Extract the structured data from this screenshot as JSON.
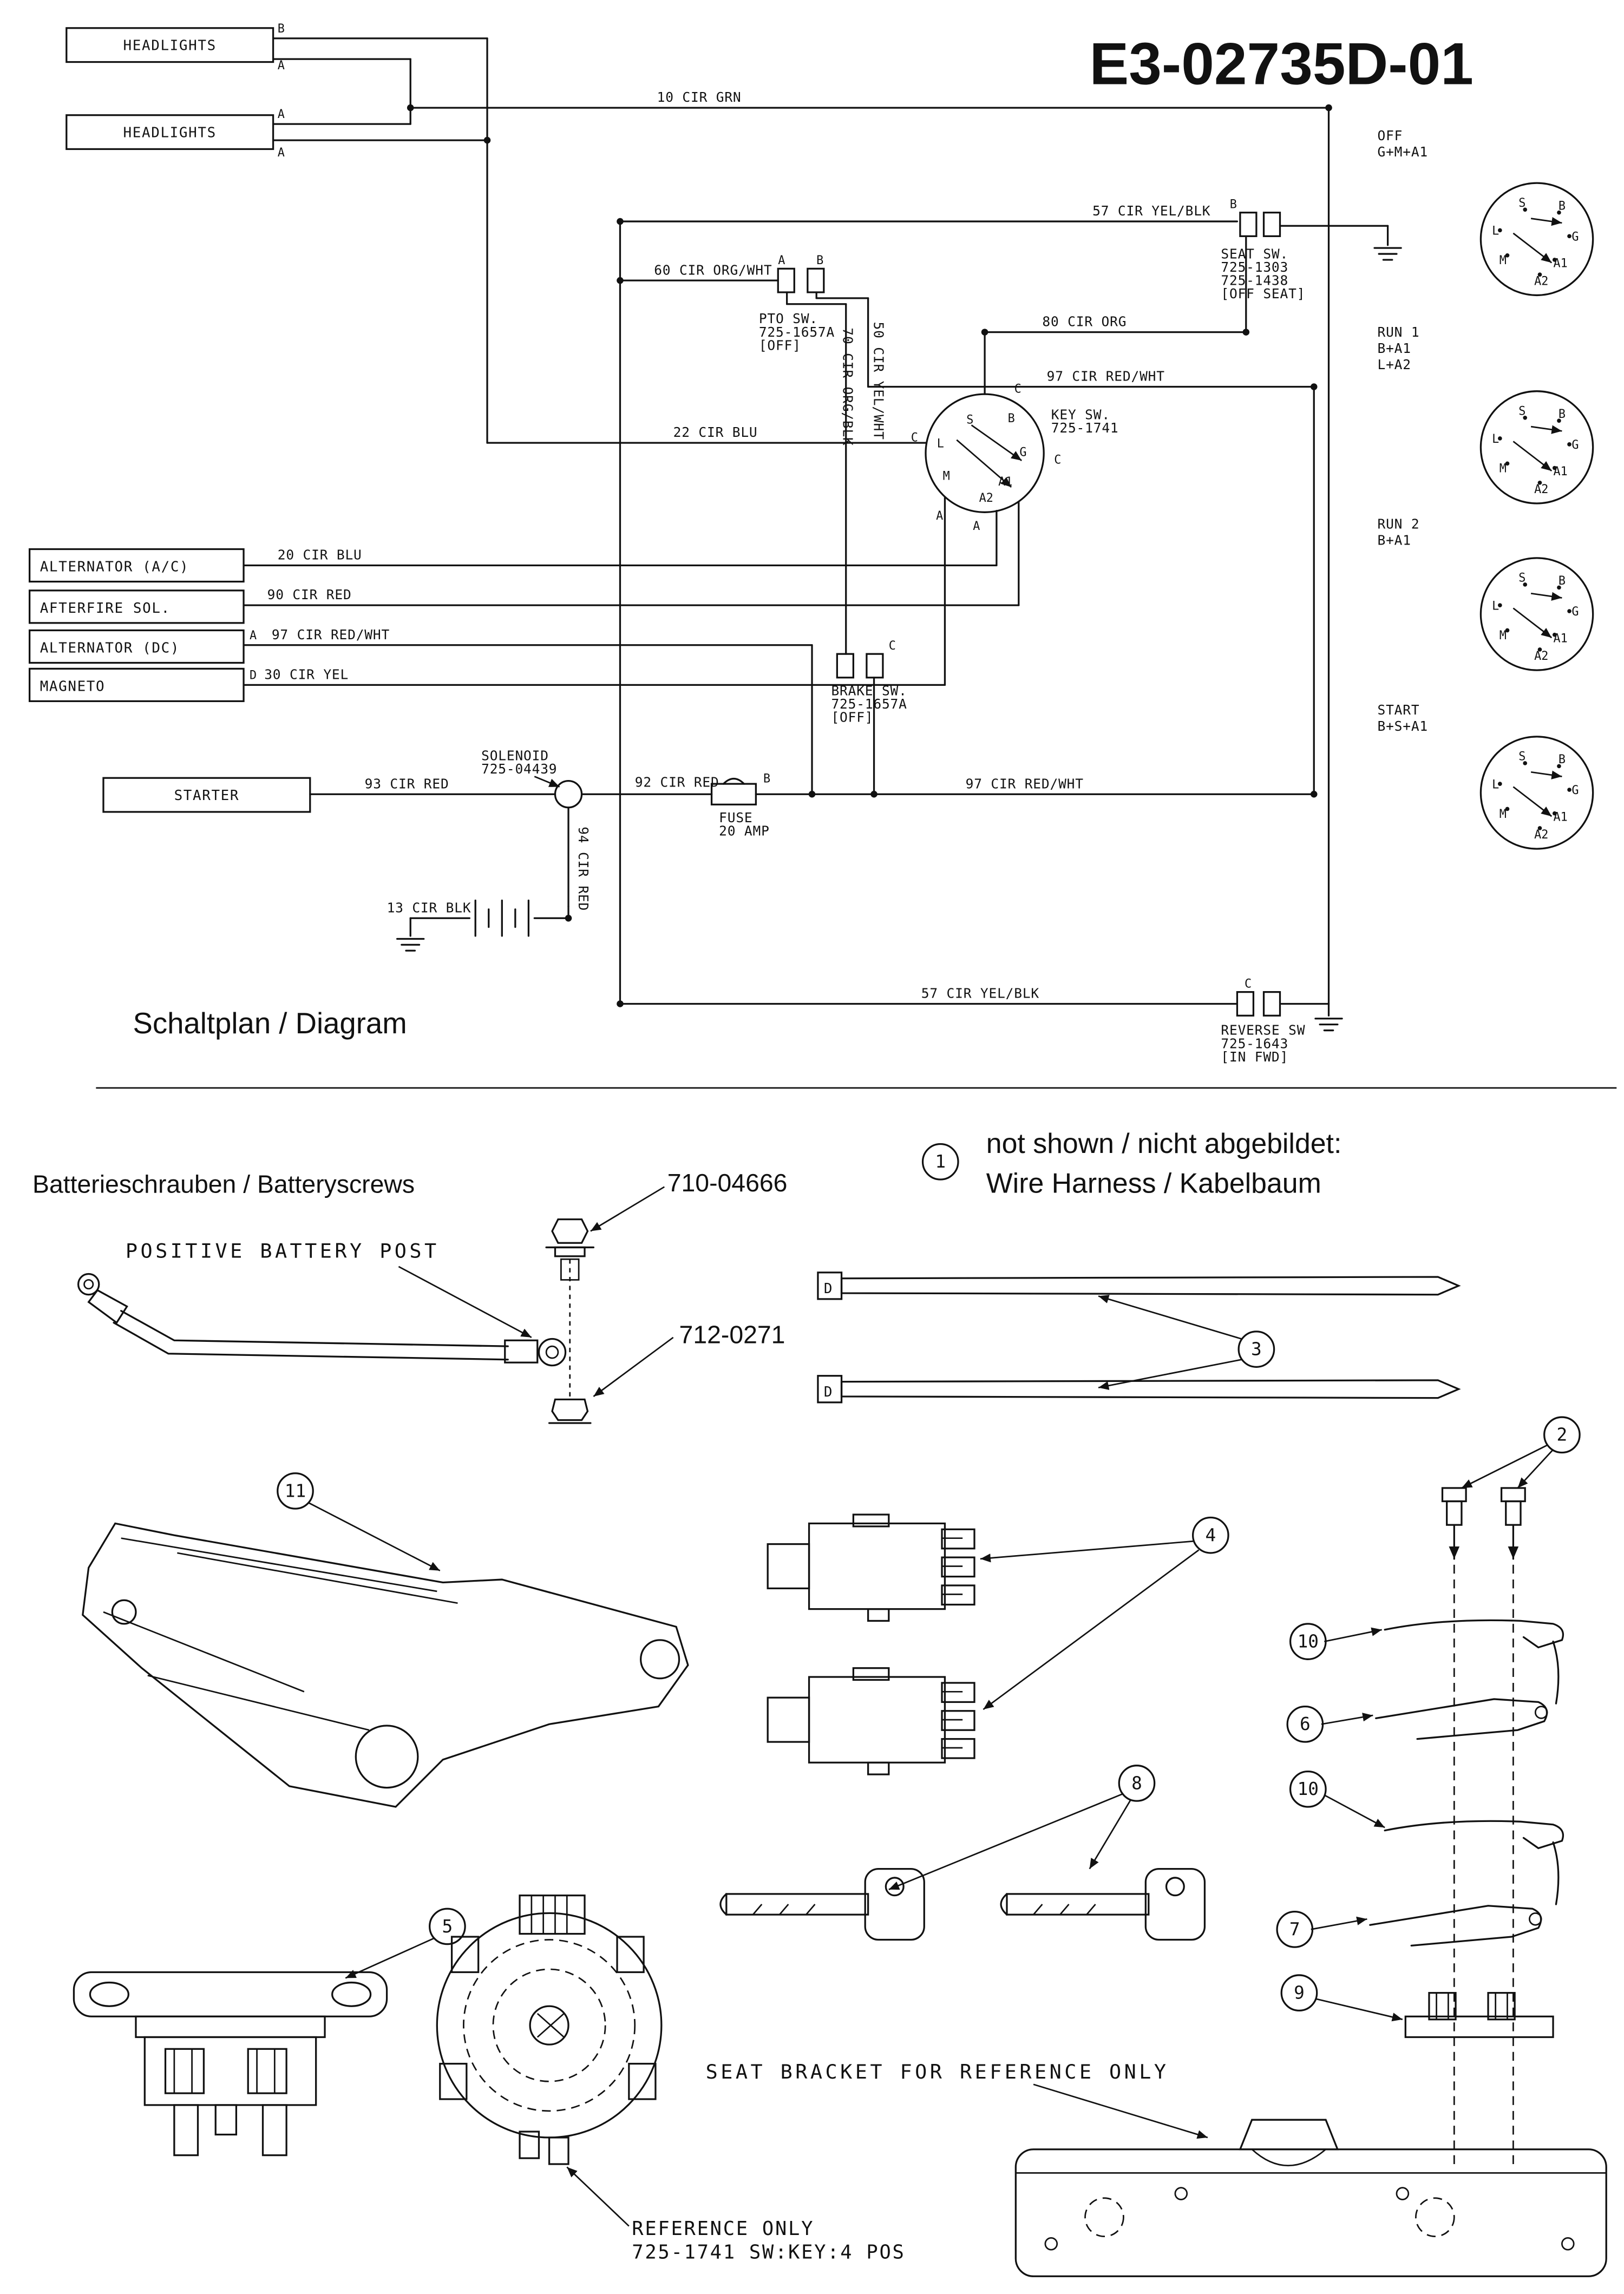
{
  "doc": {
    "title": "E3-02735D-01",
    "section_label": "Schaltplan / Diagram"
  },
  "pins": {
    "a": "A",
    "b": "B",
    "c": "C",
    "d": "D"
  },
  "wiring": {
    "headlights1": "HEADLIGHTS",
    "headlights2": "HEADLIGHTS",
    "alternator_ac": "ALTERNATOR (A/C)",
    "afterfire_sol": "AFTERFIRE SOL.",
    "alternator_dc": "ALTERNATOR (DC)",
    "magneto": "MAGNETO",
    "starter": "STARTER",
    "wires": {
      "w10": "10 CIR GRN",
      "w57a": "57 CIR YEL/BLK",
      "w60": "60 CIR ORG/WHT",
      "w80": "80 CIR ORG",
      "w97a": "97 CIR RED/WHT",
      "w22": "22 CIR BLU",
      "w20": "20 CIR BLU",
      "w90": "90 CIR RED",
      "w97b": "97 CIR RED/WHT",
      "w30": "30 CIR YEL",
      "w50": "50 CIR YEL/WHT",
      "w70": "70 CIR ORG/BLK",
      "w92": "92 CIR RED",
      "w93": "93 CIR RED",
      "w94": "94 CIR RED",
      "w13": "13 CIR BLK",
      "w97c": "97 CIR RED/WHT",
      "w57b": "57 CIR YEL/BLK"
    },
    "pto_sw": [
      "PTO SW.",
      "725-1657A",
      "[OFF]"
    ],
    "seat_sw": [
      "SEAT SW.",
      "725-1303",
      "725-1438",
      "[OFF SEAT]"
    ],
    "key_sw": [
      "KEY SW.",
      "725-1741"
    ],
    "brake_sw": [
      "BRAKE SW.",
      "725-1657A",
      "[OFF]"
    ],
    "solenoid": [
      "SOLENOID",
      "725-04439"
    ],
    "fuse": [
      "FUSE",
      "20 AMP"
    ],
    "reverse_sw": [
      "REVERSE SW",
      "725-1643",
      "[IN FWD]"
    ]
  },
  "ignition": {
    "letters": {
      "s": "S",
      "b": "B",
      "l": "L",
      "g": "G",
      "m": "M",
      "a1": "A1",
      "a2": "A2"
    },
    "modes": [
      {
        "lines": [
          "OFF",
          "G+M+A1"
        ]
      },
      {
        "lines": [
          "RUN 1",
          "B+A1",
          "L+A2"
        ]
      },
      {
        "lines": [
          "RUN 2",
          "B+A1"
        ]
      },
      {
        "lines": [
          "START",
          "B+S+A1"
        ]
      }
    ]
  },
  "parts": {
    "battery_screws_label": "Batterieschrauben / Batteryscrews",
    "positive_post_label": "POSITIVE BATTERY POST",
    "part_number_bolt": "710-04666",
    "part_number_nut": "712-0271",
    "not_shown_line1": "not shown / nicht abgebildet:",
    "not_shown_line2": "Wire Harness / Kabelbaum",
    "seat_bracket_label": "SEAT BRACKET FOR REFERENCE ONLY",
    "reference_only": [
      "REFERENCE ONLY",
      "725-1741 SW:KEY:4 POS"
    ],
    "callouts": {
      "c1": "1",
      "c2": "2",
      "c3": "3",
      "c4": "4",
      "c5": "5",
      "c6": "6",
      "c7": "7",
      "c8": "8",
      "c9": "9",
      "c10": "10",
      "c11": "11"
    }
  }
}
